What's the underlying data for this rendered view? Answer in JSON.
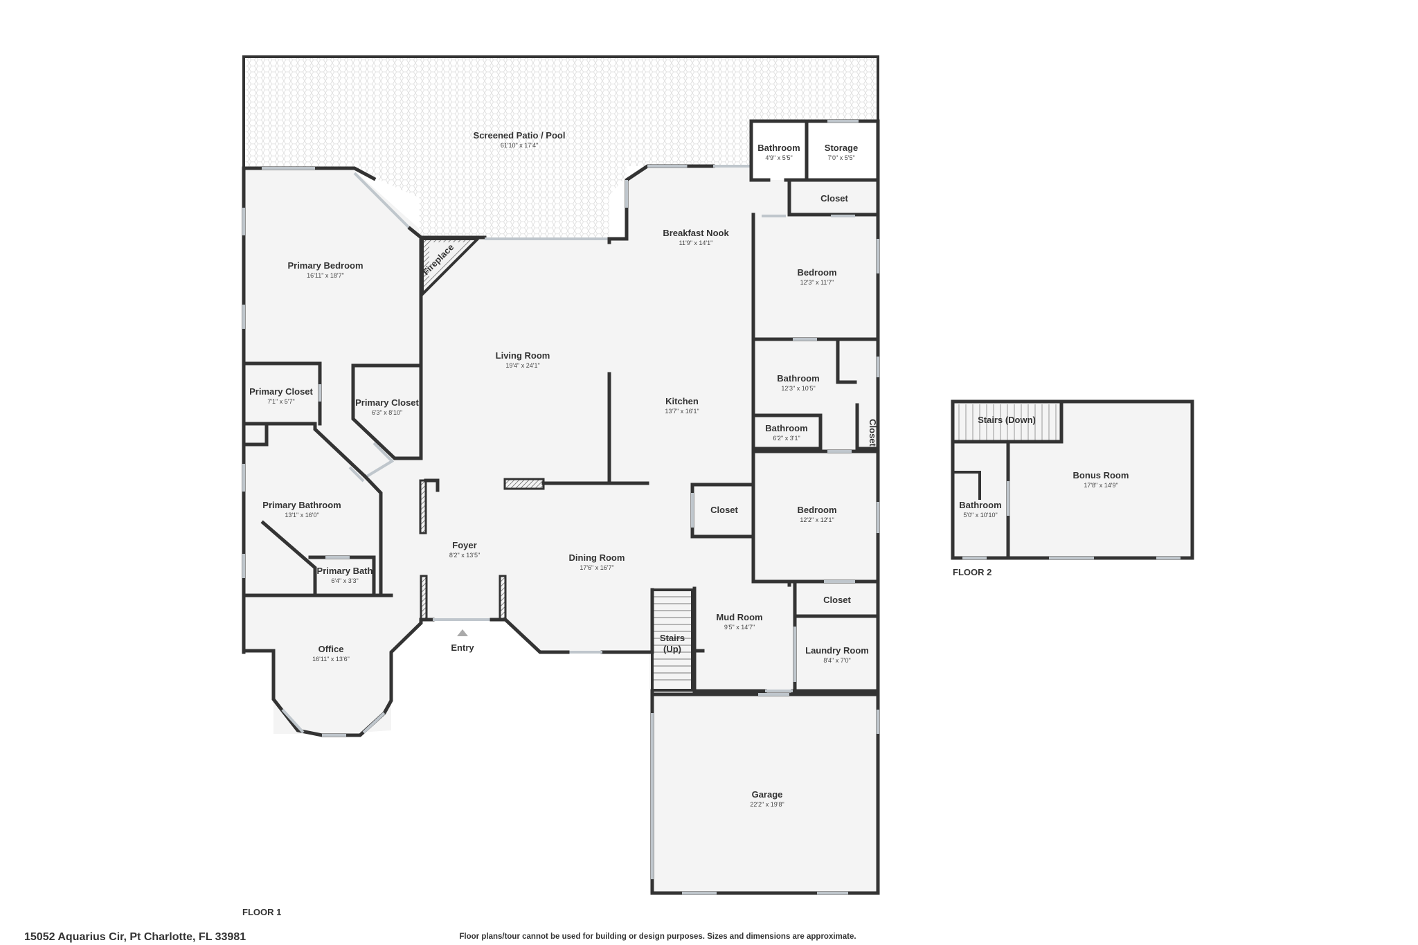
{
  "floor1": {
    "label": "FLOOR 1",
    "entry_label": "Entry",
    "rooms": [
      {
        "name": "Screened Patio / Pool",
        "dims": "61'10\" x 17'4\""
      },
      {
        "name": "Bathroom",
        "dims": "4'9\" x 5'5\""
      },
      {
        "name": "Storage",
        "dims": "7'0\" x 5'5\""
      },
      {
        "name": "Closet",
        "dims": ""
      },
      {
        "name": "Breakfast Nook",
        "dims": "11'9\" x 14'1\""
      },
      {
        "name": "Bedroom",
        "dims": "12'3\" x 11'7\""
      },
      {
        "name": "Primary Bedroom",
        "dims": "16'11\" x 18'7\""
      },
      {
        "name": "Fireplace",
        "dims": ""
      },
      {
        "name": "Living Room",
        "dims": "19'4\" x 24'1\""
      },
      {
        "name": "Kitchen",
        "dims": "13'7\" x 16'1\""
      },
      {
        "name": "Bathroom",
        "dims": "12'3\" x 10'5\""
      },
      {
        "name": "Bathroom",
        "dims": "6'2\" x 3'1\""
      },
      {
        "name": "Closet",
        "dims": ""
      },
      {
        "name": "Primary Closet",
        "dims": "7'1\" x 5'7\""
      },
      {
        "name": "Primary Closet",
        "dims": "6'3\" x 8'10\""
      },
      {
        "name": "Primary Bathroom",
        "dims": "13'1\" x 16'0\""
      },
      {
        "name": "Closet",
        "dims": ""
      },
      {
        "name": "Bedroom",
        "dims": "12'2\" x 12'1\""
      },
      {
        "name": "Foyer",
        "dims": "8'2\" x 13'5\""
      },
      {
        "name": "Dining Room",
        "dims": "17'6\" x 16'7\""
      },
      {
        "name": "Primary Bath",
        "dims": "6'4\" x 3'3\""
      },
      {
        "name": "Closet",
        "dims": ""
      },
      {
        "name": "Mud Room",
        "dims": "9'5\" x 14'7\""
      },
      {
        "name": "Stairs",
        "dims": "(Up)"
      },
      {
        "name": "Laundry Room",
        "dims": "8'4\" x 7'0\""
      },
      {
        "name": "Office",
        "dims": "16'11\" x 13'6\""
      },
      {
        "name": "Garage",
        "dims": "22'2\" x 19'8\""
      }
    ]
  },
  "floor2": {
    "label": "FLOOR 2",
    "rooms": [
      {
        "name": "Stairs (Down)",
        "dims": ""
      },
      {
        "name": "Bonus Room",
        "dims": "17'8\" x 14'9\""
      },
      {
        "name": "Bathroom",
        "dims": "5'0\" x 10'10\""
      }
    ]
  },
  "footer": {
    "address": "15052 Aquarius Cir, Pt Charlotte, FL 33981",
    "disclaimer": "Floor plans/tour cannot be used for building or design purposes. Sizes and dimensions are approximate."
  }
}
